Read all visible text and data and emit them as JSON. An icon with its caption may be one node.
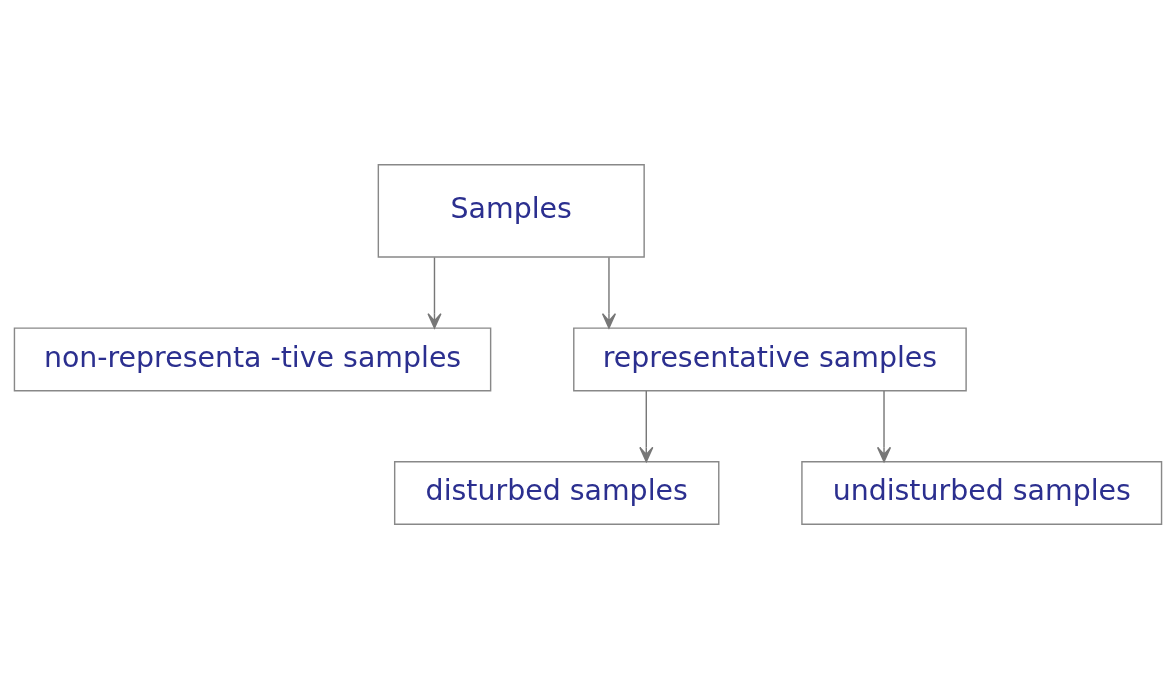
{
  "diagram": {
    "nodes": [
      {
        "text": [
          "Samples"
        ]
      },
      {
        "text": [
          "non-representa -tive samples"
        ]
      },
      {
        "text": [
          "representative samples"
        ]
      },
      {
        "text": [
          "disturbed samples"
        ]
      },
      {
        "text": [
          "undisturbed samples"
        ]
      }
    ],
    "edges": [
      {
        "from": 0,
        "to": 1,
        "arrow": "to"
      },
      {
        "from": 0,
        "to": 2,
        "arrow": "to"
      },
      {
        "from": 2,
        "to": 3,
        "arrow": "to"
      },
      {
        "from": 2,
        "to": 4,
        "arrow": "to"
      }
    ]
  }
}
